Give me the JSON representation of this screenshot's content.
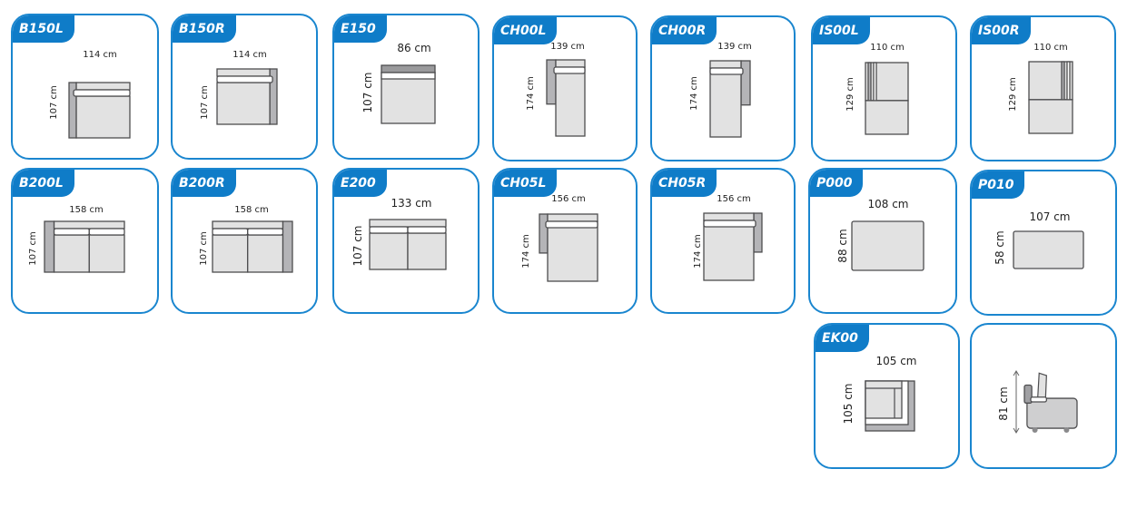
{
  "colors": {
    "accent": "#1a86cf",
    "tag_bg": "#0f7cc8",
    "seat": "#e2e2e2",
    "arm": "#b4b4b7",
    "outline": "#4d4d4f"
  },
  "modules": [
    {
      "code": "B150L",
      "width": "114 cm",
      "height": "107 cm",
      "kind": "arm-left",
      "icon": "armchair-left-arm-icon"
    },
    {
      "code": "B150R",
      "width": "114 cm",
      "height": "107 cm",
      "kind": "arm-right",
      "icon": "armchair-right-arm-icon"
    },
    {
      "code": "E150",
      "width": "86 cm",
      "height": "107 cm",
      "kind": "single",
      "icon": "armless-seat-icon"
    },
    {
      "code": "CH00L",
      "width": "139 cm",
      "height": "174 cm",
      "kind": "chaise-left",
      "icon": "chaise-left-icon"
    },
    {
      "code": "CH00R",
      "width": "139 cm",
      "height": "174 cm",
      "kind": "chaise-right",
      "icon": "chaise-right-icon"
    },
    {
      "code": "IS00L",
      "width": "110 cm",
      "height": "129 cm",
      "kind": "island-left",
      "icon": "island-left-icon"
    },
    {
      "code": "IS00R",
      "width": "110 cm",
      "height": "129 cm",
      "kind": "island-right",
      "icon": "island-right-icon"
    },
    {
      "code": "B200L",
      "width": "158 cm",
      "height": "107 cm",
      "kind": "double-left",
      "icon": "two-seater-left-arm-icon"
    },
    {
      "code": "B200R",
      "width": "158 cm",
      "height": "107 cm",
      "kind": "double-right",
      "icon": "two-seater-right-arm-icon"
    },
    {
      "code": "E200",
      "width": "133 cm",
      "height": "107 cm",
      "kind": "double",
      "icon": "armless-two-seater-icon"
    },
    {
      "code": "CH05L",
      "width": "156 cm",
      "height": "174 cm",
      "kind": "chaise-wide-left",
      "icon": "wide-chaise-left-icon"
    },
    {
      "code": "CH05R",
      "width": "156 cm",
      "height": "174 cm",
      "kind": "chaise-wide-right",
      "icon": "wide-chaise-right-icon"
    },
    {
      "code": "P000",
      "width": "108 cm",
      "height": "88 cm",
      "kind": "pouf",
      "icon": "pouf-icon"
    },
    {
      "code": "P010",
      "width": "107 cm",
      "height": "58 cm",
      "kind": "pouf-slim",
      "icon": "slim-pouf-icon"
    },
    {
      "code": "EK00",
      "width": "105 cm",
      "height": "105 cm",
      "kind": "corner",
      "icon": "corner-module-icon"
    },
    {
      "code": "",
      "width": "",
      "height": "81 cm",
      "kind": "side",
      "icon": "sofa-side-view-icon"
    }
  ]
}
